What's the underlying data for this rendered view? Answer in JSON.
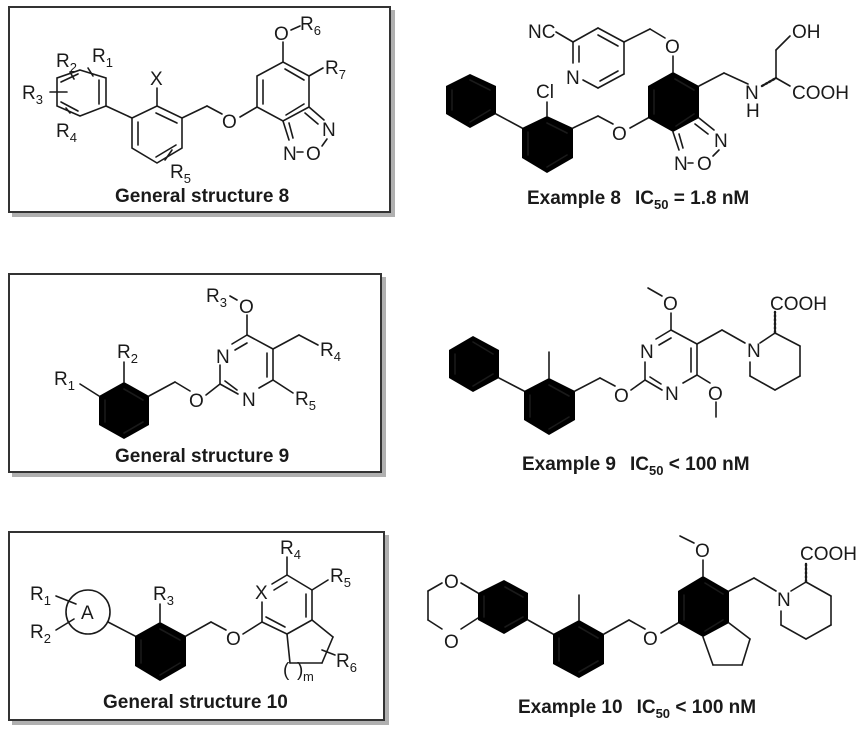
{
  "figure": {
    "rows": [
      {
        "general": {
          "caption": "General structure 8",
          "atoms": {
            "x": "X",
            "o_linker": "O",
            "o_r6": "O",
            "r1": "R",
            "r1_sub": "1",
            "r2": "R",
            "r2_sub": "2",
            "r3": "R",
            "r3_sub": "3",
            "r4": "R",
            "r4_sub": "4",
            "r5": "R",
            "r5_sub": "5",
            "r6": "R",
            "r6_sub": "6",
            "r7": "R",
            "r7_sub": "7",
            "n1": "N",
            "n2": "N",
            "o_ring": "O"
          }
        },
        "example": {
          "name": "Example 8",
          "ic_label": "IC",
          "ic_sub": "50",
          "ic_value": "= 1.8 nM",
          "atoms": {
            "nc": "NC",
            "n_pyr": "N",
            "cl": "Cl",
            "o_linker": "O",
            "o_ether": "O",
            "n1": "N",
            "n2": "N",
            "o_ring": "O",
            "nh_n": "N",
            "nh_h": "H",
            "oh": "OH",
            "cooh": "COOH"
          }
        }
      },
      {
        "general": {
          "caption": "General structure 9",
          "atoms": {
            "r1": "R",
            "r1_sub": "1",
            "r2": "R",
            "r2_sub": "2",
            "r3": "R",
            "r3_sub": "3",
            "r4": "R",
            "r4_sub": "4",
            "r5": "R",
            "r5_sub": "5",
            "o_linker": "O",
            "o_r3": "O",
            "n1": "N",
            "n2": "N"
          }
        },
        "example": {
          "name": "Example 9",
          "ic_label": "IC",
          "ic_sub": "50",
          "ic_value": "< 100 nM",
          "atoms": {
            "o_linker": "O",
            "o_top": "O",
            "o_bottom": "O",
            "n1": "N",
            "n2": "N",
            "n_pip": "N",
            "cooh": "COOH"
          }
        }
      },
      {
        "general": {
          "caption": "General structure 10",
          "atoms": {
            "ring_a": "A",
            "r1": "R",
            "r1_sub": "1",
            "r2": "R",
            "r2_sub": "2",
            "r3": "R",
            "r3_sub": "3",
            "r4": "R",
            "r4_sub": "4",
            "r5": "R",
            "r5_sub": "5",
            "r6": "R",
            "r6_sub": "6",
            "x": "X",
            "o_linker": "O",
            "m": "m",
            "paren_open": "(",
            "paren_close": ")"
          }
        },
        "example": {
          "name": "Example 10",
          "ic_label": "IC",
          "ic_sub": "50",
          "ic_value": "< 100 nM",
          "atoms": {
            "o_diox1": "O",
            "o_diox2": "O",
            "o_linker": "O",
            "o_methoxy": "O",
            "n_pip": "N",
            "cooh": "COOH"
          }
        }
      }
    ]
  }
}
